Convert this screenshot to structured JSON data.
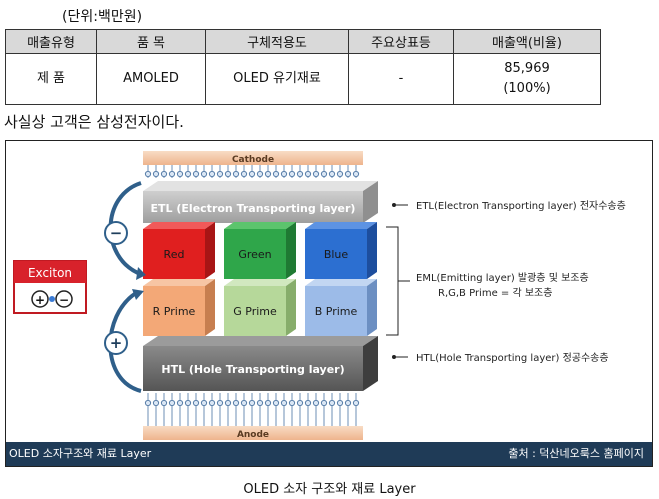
{
  "unit_note": "(단위:백만원)",
  "table": {
    "headers": [
      "매출유형",
      "품  목",
      "구체적용도",
      "주요상표등",
      "매출액(비율)"
    ],
    "rows": [
      {
        "type": "제 품",
        "item": "AMOLED",
        "use": "OLED 유기재료",
        "brand": "-",
        "amount": "85,969",
        "ratio": "(100%)"
      }
    ]
  },
  "sentence": "사실상 고객은 삼성전자이다.",
  "figure": {
    "cathode": "Cathode",
    "anode": "Anode",
    "etl": "ETL (Electron Transporting layer)",
    "htl": "HTL (Hole Transporting layer)",
    "emitters": [
      "Red",
      "Green",
      "Blue"
    ],
    "primes": [
      "R Prime",
      "G Prime",
      "B Prime"
    ],
    "exciton": "Exciton",
    "minus": "−",
    "plus": "+",
    "annotations": {
      "etl": "ETL(Electron Transporting layer) 전자수송층",
      "eml_line1": "EML(Emitting layer) 발광층 및 보조층",
      "eml_line2": "R,G,B Prime = 각 보조층",
      "htl": "HTL(Hole Transporting layer) 정공수송층"
    },
    "footer_left": "OLED 소자구조와 재료 Layer",
    "footer_right": "출처 : 덕산네오룩스 홈페이지"
  },
  "caption": "OLED 소자 구조와 재료 Layer",
  "colors": {
    "cathode": "#f4c9a8",
    "etl": "#b7b7b7",
    "red": "#e01f1f",
    "green": "#2fa64a",
    "blue": "#2c6fd1",
    "r_prime": "#f3a877",
    "g_prime": "#b6d89a",
    "b_prime": "#9cbbe8",
    "htl": "#6e6e6e",
    "anode": "#f4c9a8",
    "footer": "#1f3b57",
    "exciton": "#d8222b"
  }
}
